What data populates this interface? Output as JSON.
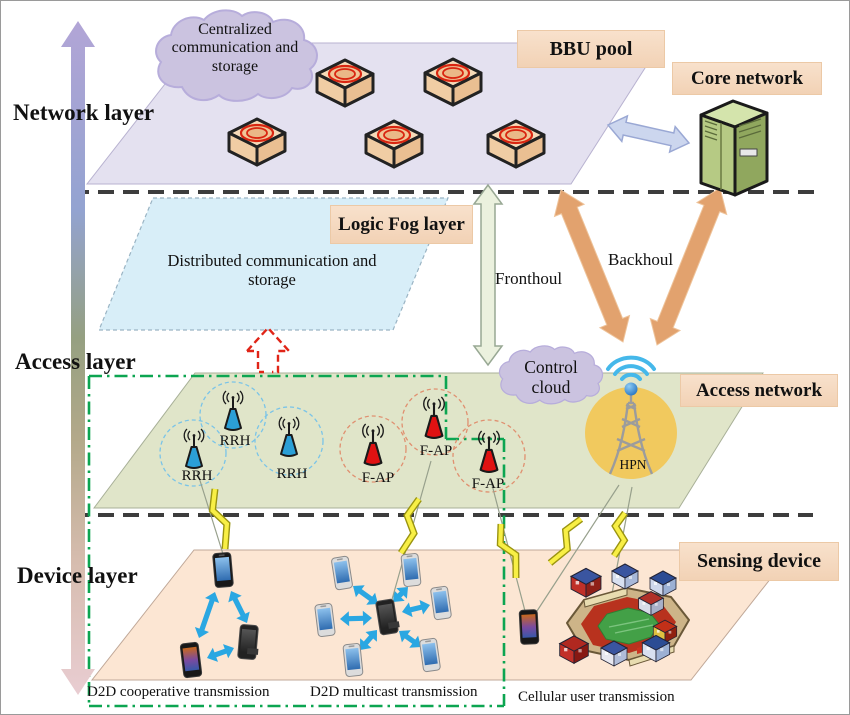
{
  "layers": {
    "network": "Network layer",
    "access": "Access layer",
    "device": "Device layer"
  },
  "network": {
    "cloud": "Centralized communication and storage",
    "bbu_pool": "BBU pool",
    "core": "Core network"
  },
  "fog": {
    "box": "Logic Fog layer",
    "cloud": "Distributed communication and storage"
  },
  "links": {
    "fronthoul": "Fronthoul",
    "backhoul": "Backhoul"
  },
  "access": {
    "box": "Access network",
    "control_cloud": "Control cloud",
    "hpn": "HPN",
    "rrh": [
      "RRH",
      "RRH",
      "RRH"
    ],
    "fap": [
      "F-AP",
      "F-AP",
      "F-AP"
    ]
  },
  "device": {
    "box": "Sensing device",
    "captions": [
      "D2D cooperative transmission",
      "D2D multicast transmission",
      "Cellular user transmission"
    ]
  },
  "colors": {
    "network_fill": "#e4e1f0",
    "fog_fill": "#d8eef8",
    "access_fill": "#e0e5c9",
    "device_fill": "#fce6d3",
    "tag_peach": "#f5d8bd",
    "d2d_green": "#0ca551",
    "backhoul_orange": "#e2a26e",
    "fronthoul_green": "#ebf1de",
    "core_link_blue": "#ccd6ee",
    "d2d_arrow_blue": "#2aa7e2",
    "rrh_blue": "#2b9fd6",
    "fap_red": "#e01212",
    "hpn_yellow": "#f1c95e",
    "bolt_yellow": "#f8ef45",
    "separator_gray": "#3d3d3d"
  }
}
